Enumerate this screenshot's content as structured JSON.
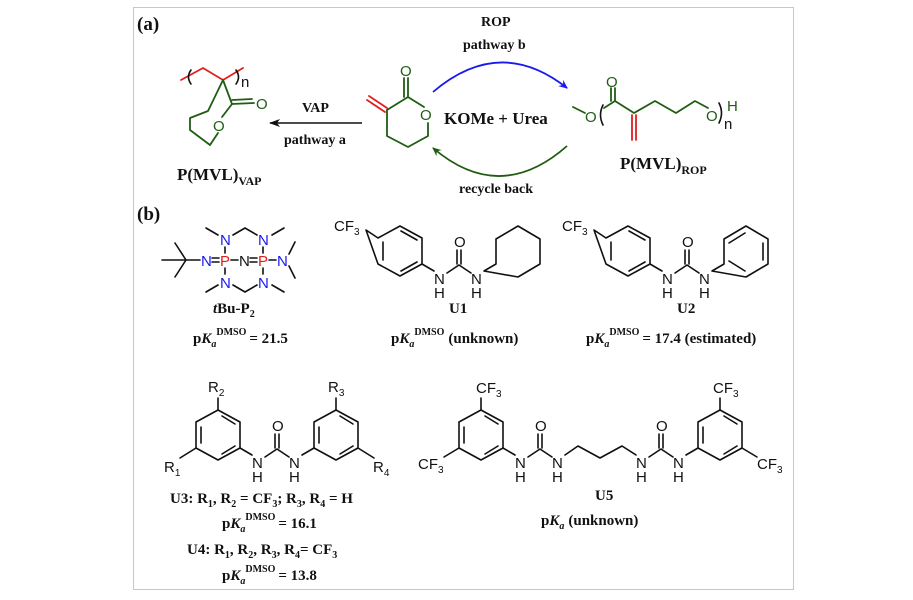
{
  "panel_a": {
    "label": "(a)",
    "catalyst": "KOMe + Urea",
    "rop_title": "ROP",
    "rop_pathway": "pathway b",
    "vap_title": "VAP",
    "vap_pathway": "pathway a",
    "recycle": "recycle back",
    "monomer": {
      "o_carbonyl": "O",
      "o_ring": "O"
    },
    "vap_polymer": {
      "name_main": "P(MVL)",
      "name_sub": "VAP",
      "o_carbonyl": "O",
      "o_ring": "O",
      "repeat": "n"
    },
    "rop_polymer": {
      "name_main": "P(MVL)",
      "name_sub": "ROP",
      "o_carbonyl": "O",
      "o_start": "O",
      "o_end": "O",
      "h_end": "H",
      "repeat": "n"
    },
    "colors": {
      "polymer_green": "#1f5d12",
      "vinyl_red": "#e0201c",
      "rop_arrow": "#1a1aee",
      "recycle_arrow": "#1f5d12"
    }
  },
  "panel_b": {
    "label": "(b)",
    "tbu_p2": {
      "name_pre": "t",
      "name_main": "Bu-P",
      "name_sub": "2",
      "pka_p": "p",
      "pka_K": "K",
      "pka_a": "a",
      "pka_sup": "DMSO",
      "pka_value": "= 21.5",
      "atoms": {
        "N": "N",
        "P": "P"
      }
    },
    "u1": {
      "name": "U1",
      "cf3": "CF",
      "cf3_sub": "3",
      "o": "O",
      "n": "N",
      "h": "H",
      "pka_p": "p",
      "pka_K": "K",
      "pka_a": "a",
      "pka_sup": "DMSO",
      "pka_value": "(unknown)"
    },
    "u2": {
      "name": "U2",
      "cf3": "CF",
      "cf3_sub": "3",
      "o": "O",
      "n": "N",
      "h": "H",
      "pka_p": "p",
      "pka_K": "K",
      "pka_a": "a",
      "pka_sup": "DMSO",
      "pka_value": "= 17.4 (estimated)"
    },
    "u3u4": {
      "r1": "R",
      "r1_sub": "1",
      "r2": "R",
      "r2_sub": "2",
      "r3": "R",
      "r3_sub": "3",
      "r4": "R",
      "r4_sub": "4",
      "o": "O",
      "n": "N",
      "h": "H",
      "u3_line": {
        "pre": "U3: R",
        "s1": "1",
        "m1": ", R",
        "s2": "2",
        "m2": " = CF",
        "s3": "3",
        "m3": "; R",
        "s4": "3",
        "m4": ", R",
        "s5": "4",
        "post": " = H"
      },
      "u3_pka": {
        "p": "p",
        "K": "K",
        "a": "a",
        "sup": "DMSO",
        "value": "= 16.1"
      },
      "u4_line": {
        "pre": "U4: R",
        "s1": "1",
        "m1": ", R",
        "s2": "2",
        "m2": ", R",
        "s3": "3",
        "m3": ", R",
        "s4": "4",
        "m4": "= CF",
        "s5": "3"
      },
      "u4_pka": {
        "p": "p",
        "K": "K",
        "a": "a",
        "sup": "DMSO",
        "value": "= 13.8"
      }
    },
    "u5": {
      "name": "U5",
      "cf3": "CF",
      "cf3_sub": "3",
      "o": "O",
      "n": "N",
      "h": "H",
      "pka_p": "p",
      "pka_K": "K",
      "pka_a": "a",
      "pka_value": "(unknown)"
    },
    "colors": {
      "nitrogen_blue": "#1a1aee",
      "phosphorus_red": "#e0201c"
    }
  }
}
